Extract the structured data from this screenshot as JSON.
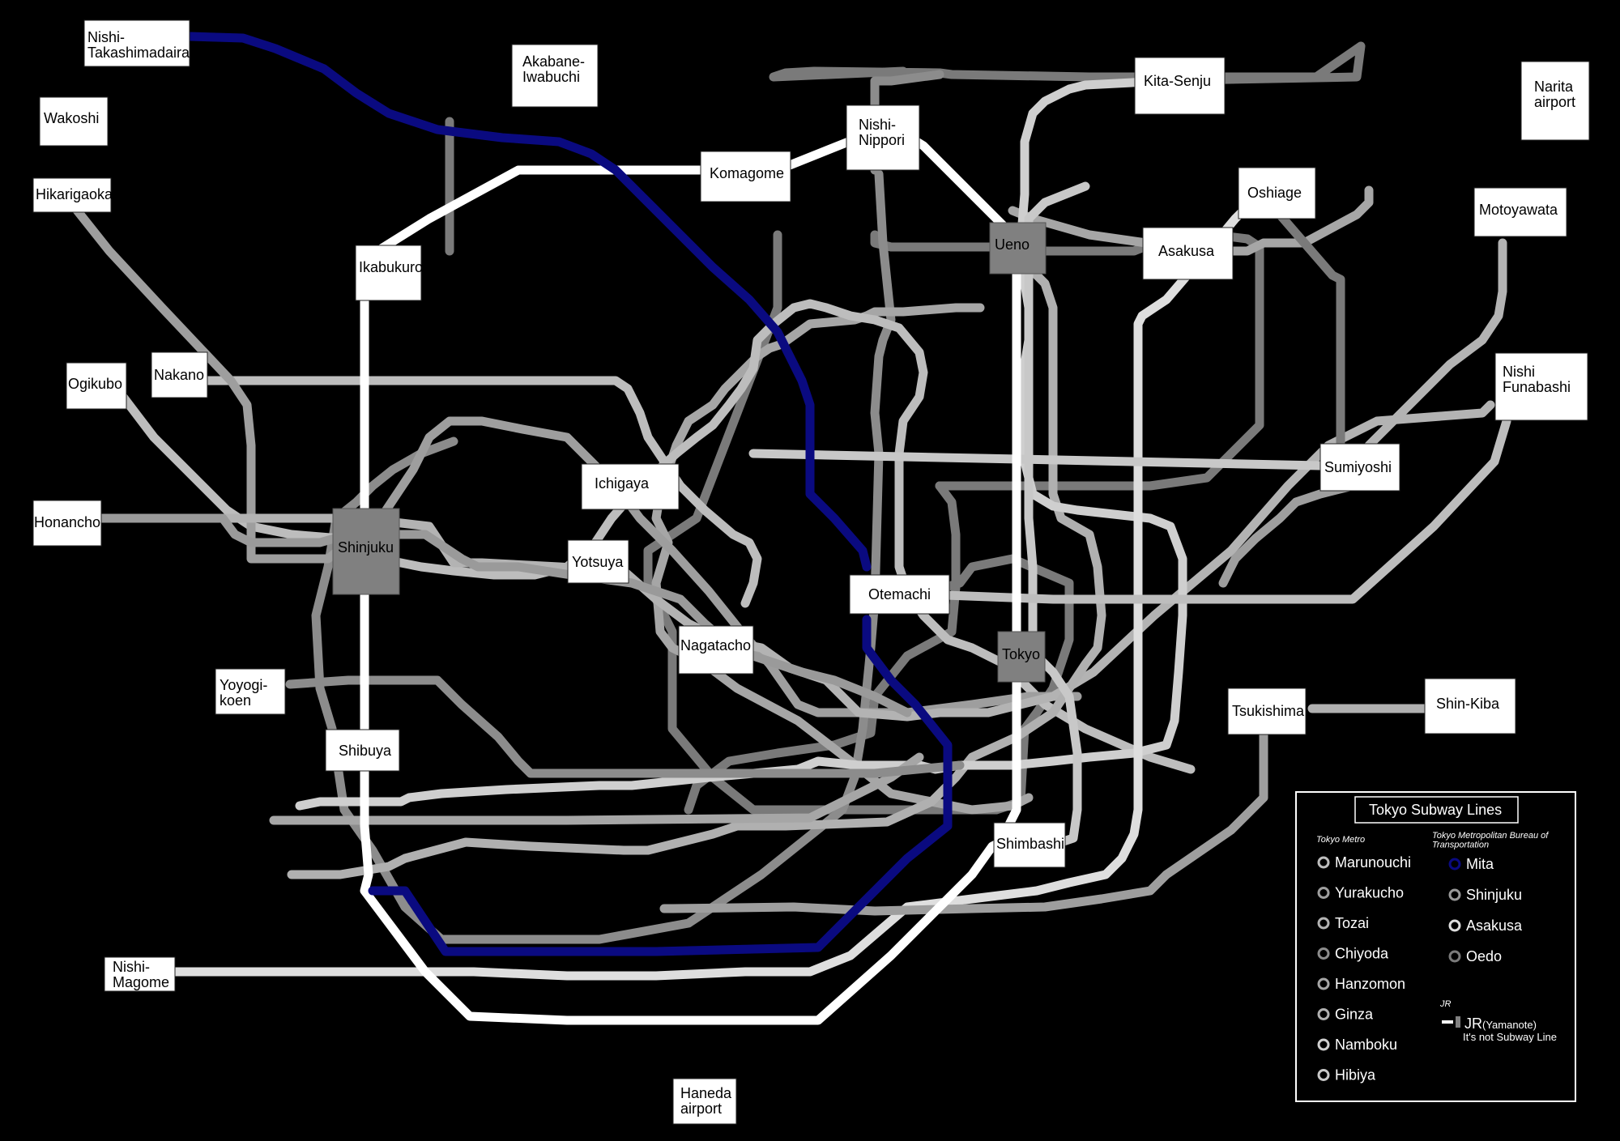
{
  "colors": {
    "background": "#000000",
    "mita": "#0a0a80",
    "jr_yamanote": "#ffffff",
    "marunouchi": "#bdbdbd",
    "yurakucho": "#9e9e9e",
    "tozai": "#b3b3b3",
    "chiyoda": "#8c8c8c",
    "hanzomon": "#a6a6a6",
    "ginza": "#b0b0b0",
    "namboku": "#cfcfcf",
    "hibiya": "#c8c8c8",
    "shinjuku_line": "#9a9a9a",
    "asakusa_line": "#dedede",
    "oedo": "#7a7a7a"
  },
  "stations": {
    "nishi_takashimadaira": "Nishi-\nTakashimadaira",
    "akabane_iwabuchi": "Akabane-\nIwabuchi",
    "kita_senju": "Kita-Senju",
    "narita_airport": "Narita\nairport",
    "wakoshi": "Wakoshi",
    "hikarigaoka": "Hikarigaoka",
    "komagome": "Komagome",
    "nishi_nippori": "Nishi-\nNippori",
    "oshiage": "Oshiage",
    "motoyawata": "Motoyawata",
    "ikabukuro": "Ikabukuro",
    "ueno": "Ueno",
    "asakusa": "Asakusa",
    "ogikubo": "Ogikubo",
    "nakano": "Nakano",
    "nishi_funabashi": "Nishi\nFunabashi",
    "sumiyoshi": "Sumiyoshi",
    "ichigaya": "Ichigaya",
    "honancho": "Honancho",
    "shinjuku": "Shinjuku",
    "yotsuya": "Yotsuya",
    "otemachi": "Otemachi",
    "nagatacho": "Nagatacho",
    "tokyo": "Tokyo",
    "yoyogi_koen": "Yoyogi-\nkoen",
    "tsukishima": "Tsukishima",
    "shin_kiba": "Shin-Kiba",
    "shibuya": "Shibuya",
    "shimbashi": "Shimbashi",
    "nishi_magome": "Nishi-\nMagome",
    "haneda_airport": "Haneda\nairport"
  },
  "legend": {
    "title": "Tokyo Subway Lines",
    "metro_caption": "Tokyo Metro",
    "toei_caption": "Tokyo Metropolitan Bureau of\nTransportation",
    "metro_lines": [
      "Marunouchi",
      "Yurakucho",
      "Tozai",
      "Chiyoda",
      "Hanzomon",
      "Ginza",
      "Namboku",
      "Hibiya"
    ],
    "toei_lines": [
      "Mita",
      "Shinjuku",
      "Asakusa",
      "Oedo"
    ],
    "jr_caption": "JR",
    "jr_label": "JR",
    "jr_sub": "(Yamanote)",
    "jr_note": "It's not Subway Line"
  }
}
